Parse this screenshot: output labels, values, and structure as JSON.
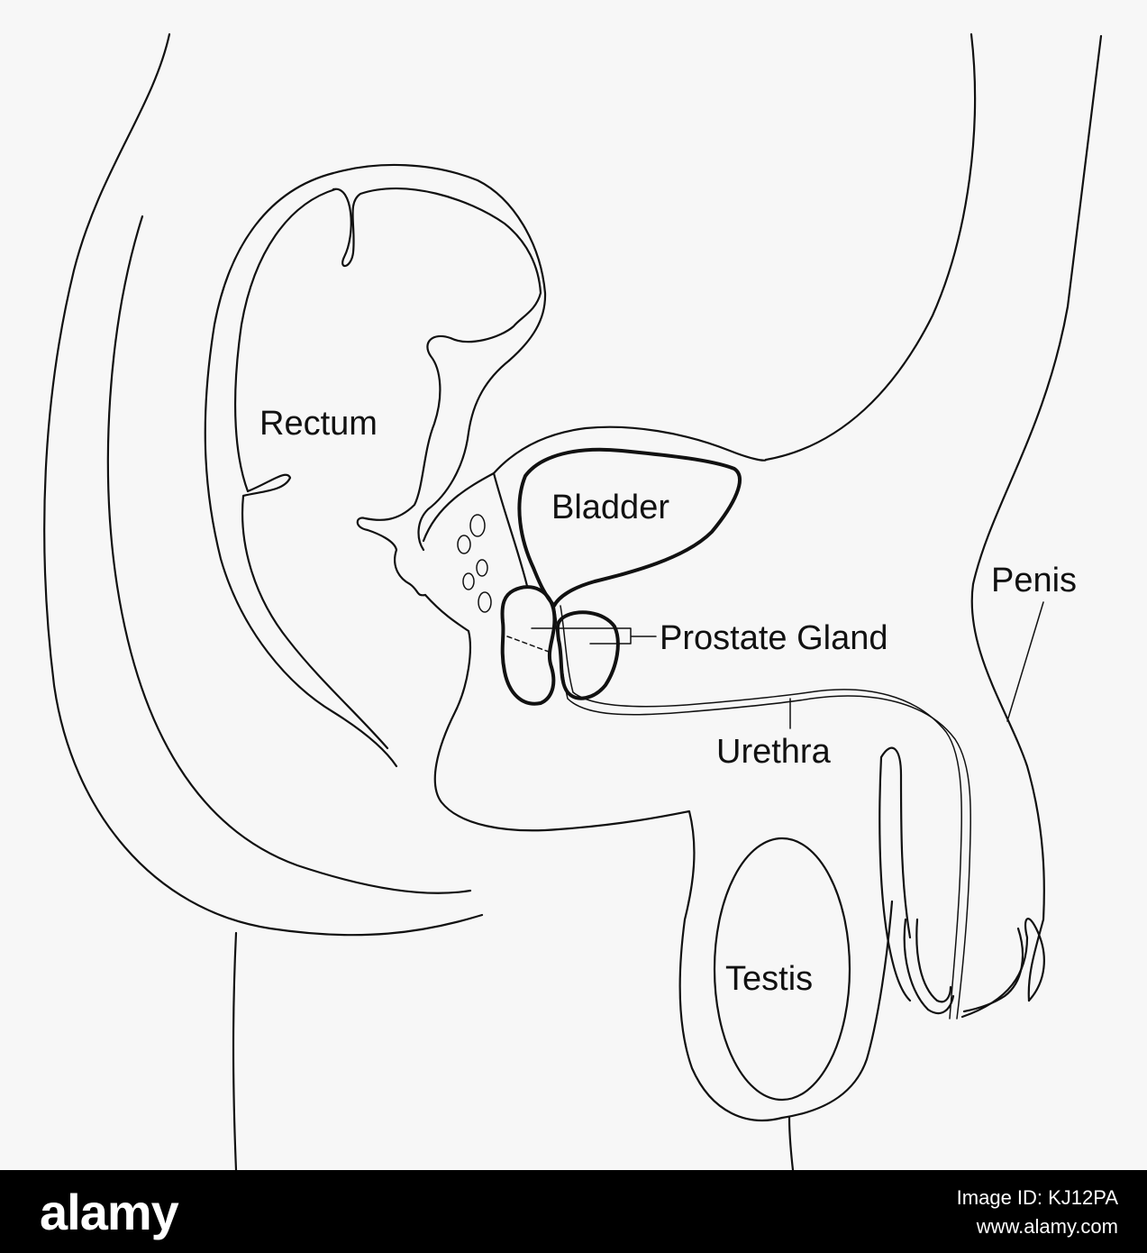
{
  "diagram": {
    "labels": {
      "rectum": "Rectum",
      "bladder": "Bladder",
      "prostate": "Prostate Gland",
      "penis": "Penis",
      "urethra": "Urethra",
      "testis": "Testis"
    }
  },
  "watermark": {
    "logo": "alamy",
    "image_id": "Image ID: KJ12PA",
    "site": "www.alamy.com"
  }
}
